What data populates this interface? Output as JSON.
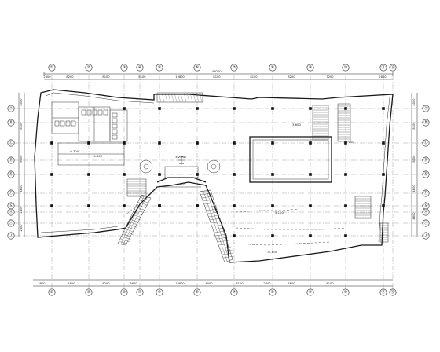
{
  "drawing": {
    "grid_cols": [
      "①",
      "②",
      "③",
      "④",
      "⑤",
      "⑥",
      "⑦",
      "⑧",
      "⑨",
      "⑩",
      "⑪",
      "⑫"
    ],
    "grid_rows": [
      "Ⓐ",
      "Ⓑ",
      "Ⓒ",
      "Ⓓ",
      "Ⓔ",
      "Ⓕ",
      "Ⓖ",
      "Ⓗ",
      "Ⓘ",
      "Ⓙ"
    ],
    "overall_dim": "99200",
    "top_dims": [
      "2800",
      "8200",
      "8100",
      "8100",
      "10800",
      "8100",
      "8100",
      "8200",
      "7200",
      "2800"
    ],
    "bottom_dims": [
      "3800",
      "4800",
      "8200",
      "3600",
      "10800",
      "4000",
      "8100",
      "2400",
      "3600",
      "8100"
    ],
    "left_dims": [
      "4000",
      "8100",
      "8100",
      "4800",
      "2400",
      "2400"
    ],
    "right_dims": [
      "4000",
      "8100",
      "8100",
      "4800",
      "4800"
    ],
    "labels": [
      "-0.300",
      "±0.000",
      "4.800",
      "3.600",
      "5.100",
      "-0.600",
      "1.200",
      "-0.150"
    ]
  }
}
